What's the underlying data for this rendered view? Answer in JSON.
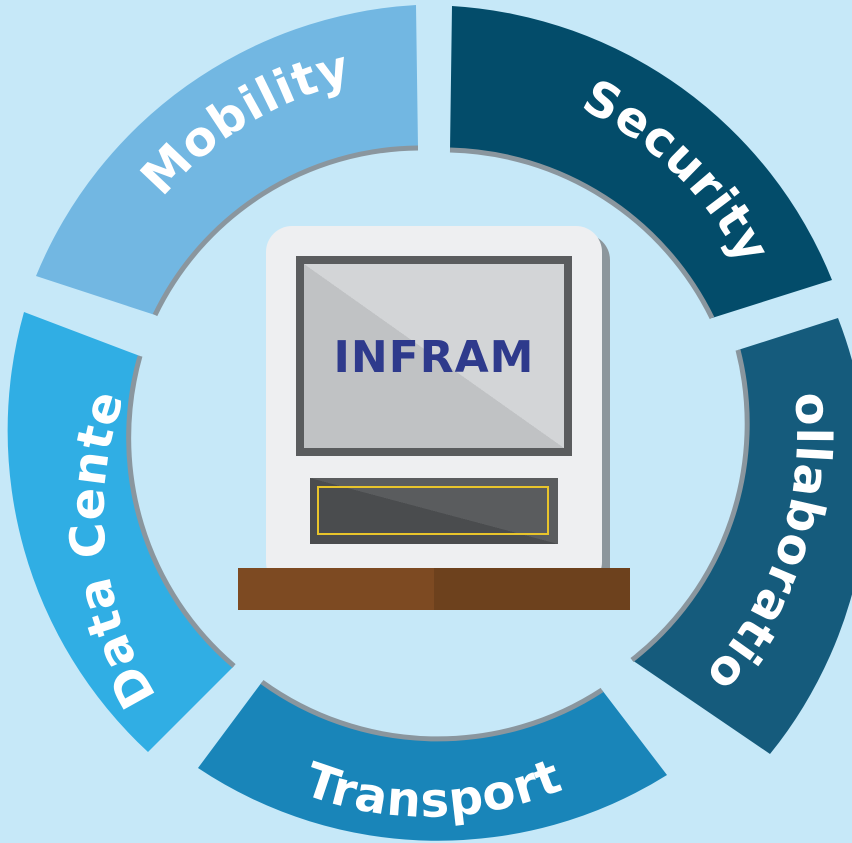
{
  "diagram": {
    "center": {
      "brand": "INFRAM",
      "brand_color": "#2e3a8c"
    },
    "segments": [
      {
        "id": "mobility",
        "label": "Mobility",
        "color": "#72b7e2",
        "icon": "none"
      },
      {
        "id": "security",
        "label": "Security",
        "color": "#034c6a",
        "icon": "none"
      },
      {
        "id": "collaboration",
        "label": "Collaboration",
        "color": "#155b7c",
        "icon": "none"
      },
      {
        "id": "transport",
        "label": "Transport",
        "color": "#1985b9",
        "icon": "none"
      },
      {
        "id": "data-center",
        "label": "Data Center",
        "color": "#30aee4",
        "icon": "none"
      }
    ],
    "colors": {
      "background": "#c6e8f8",
      "screen_border": "#5a5c5e",
      "screen_fill": "#c9cbcd",
      "slot_fill": "#545658",
      "slot_accent": "#e8c42b",
      "base": "#7d4a22",
      "cabinet": "#eeeff1"
    }
  }
}
